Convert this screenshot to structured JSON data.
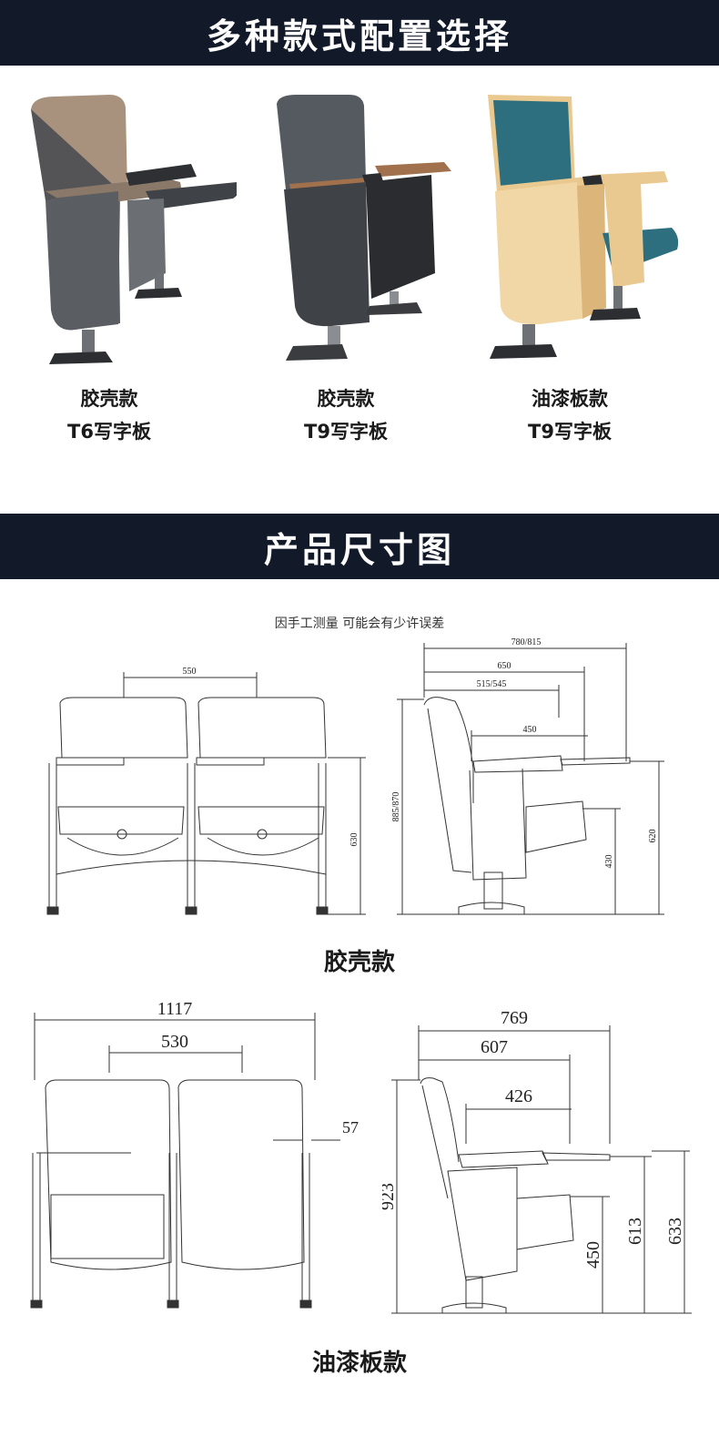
{
  "banners": {
    "styles": "多种款式配置选择",
    "dimensions": "产品尺寸图"
  },
  "chairs": [
    {
      "name": "胶壳款",
      "model": "T6写字板"
    },
    {
      "name": "胶壳款",
      "model": "T9写字板"
    },
    {
      "name": "油漆板款",
      "model": "T9写字板"
    }
  ],
  "note": "因手工测量 可能会有少许误差",
  "plastic": {
    "label": "胶壳款",
    "front": {
      "seat_spacing": "550",
      "height": "630"
    },
    "side": {
      "depth_total": "780/815",
      "depth_650": "650",
      "depth_seat": "515/545",
      "depth_450": "450",
      "height_total": "885/870",
      "seat_height": "430",
      "arm_height": "620"
    }
  },
  "painted": {
    "label": "油漆板款",
    "front": {
      "width_total": "1117",
      "seat_spacing": "530",
      "arm_width": "57"
    },
    "side": {
      "depth_total": "769",
      "depth_607": "607",
      "depth_426": "426",
      "height_total": "923",
      "seat_height": "450",
      "arm_height": "613",
      "board_height": "633"
    }
  },
  "colors": {
    "banner": "#121a2a",
    "fabric_tan": "#a8927e",
    "fabric_gray": "#555a60",
    "fabric_teal": "#2d6f7e",
    "wood": "#e9c98f",
    "shell": "#4a4d52"
  }
}
